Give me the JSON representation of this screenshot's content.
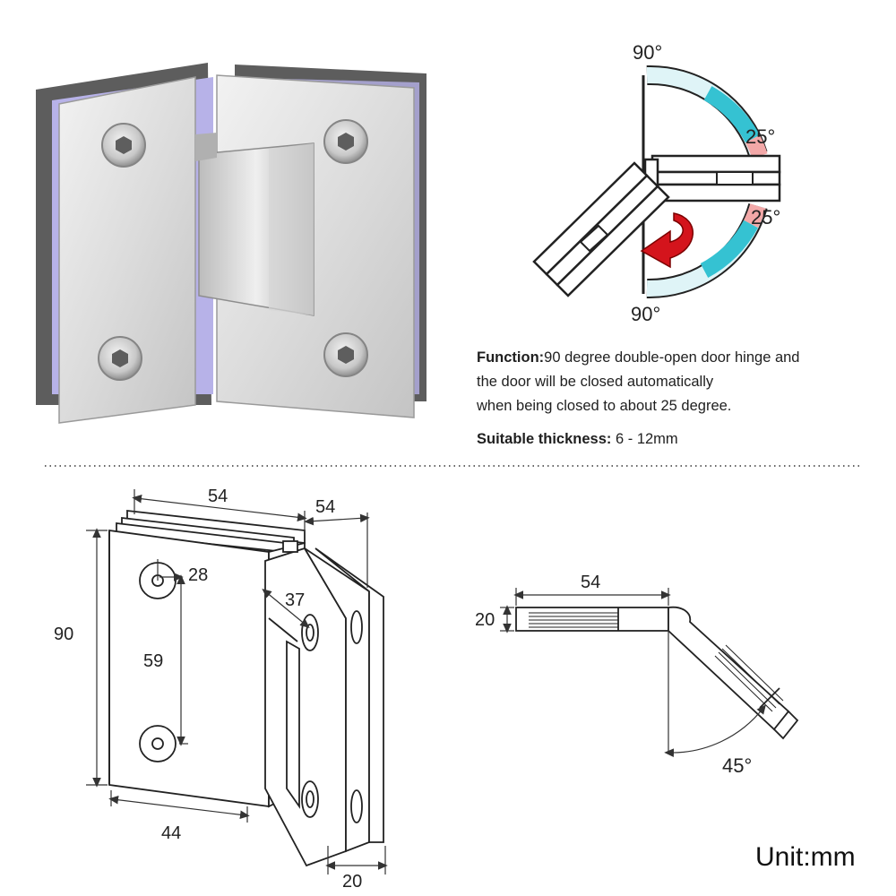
{
  "angle_diagram": {
    "top_angle": "90°",
    "bottom_angle": "90°",
    "upper_close_angle": "25°",
    "lower_close_angle": "25°"
  },
  "description": {
    "function_label": "Function:",
    "function_line1": "90 degree double-open door hinge and",
    "function_line2": "the door will be closed automatically",
    "function_line3": "when being closed to about 25 degree.",
    "thickness_label": "Suitable thickness:",
    "thickness_value": " 6 - 12mm"
  },
  "front_dimensions": {
    "plate_width": "54",
    "depth": "54",
    "height": "90",
    "hole_offset": "28",
    "hole_spacing": "59",
    "slot_width": "37",
    "plate_lower_width": "44",
    "thickness": "20"
  },
  "top_view": {
    "length": "54",
    "thickness": "20",
    "angle": "45°"
  },
  "unit_label": "Unit:mm",
  "colors": {
    "steel_light": "#e4e4e4",
    "steel_mid": "#c9c9c9",
    "steel_dark": "#8a8a8a",
    "gasket": "#5a5a5a",
    "glass_purple": "#b7b2e8",
    "arc_cyan": "#35c2d2",
    "arc_pink": "#f3a8a8",
    "arrow_red": "#d4141c"
  }
}
